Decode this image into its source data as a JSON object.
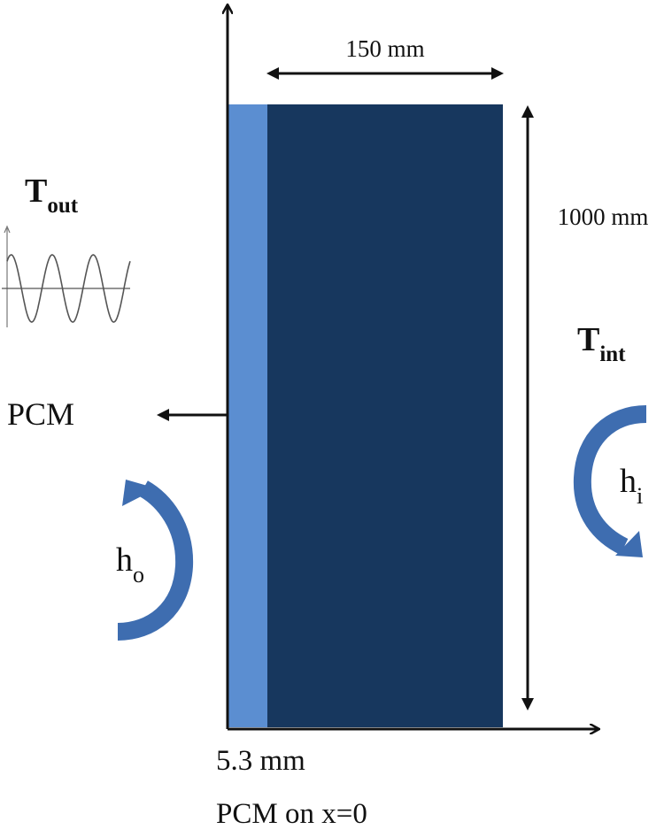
{
  "colors": {
    "pcm_layer": "#5B8ED1",
    "wall": "#17375E",
    "curl_arrow": "#3E6DB0",
    "ink": "#111111"
  },
  "dimensions": {
    "width_label": "150 mm",
    "height_label": "1000 mm",
    "pcm_thickness_label": "5.3 mm"
  },
  "outdoor": {
    "temperature_symbol": "T",
    "temperature_subscript": "out",
    "coefficient_symbol": "h",
    "coefficient_subscript": "o",
    "curl_icon": "curved-arrow-counterclockwise"
  },
  "indoor": {
    "temperature_symbol": "T",
    "temperature_subscript": "int",
    "coefficient_symbol": "h",
    "coefficient_subscript": "i",
    "curl_icon": "curved-arrow-clockwise"
  },
  "pcm_pointer_label": "PCM",
  "caption": "PCM on x=0"
}
